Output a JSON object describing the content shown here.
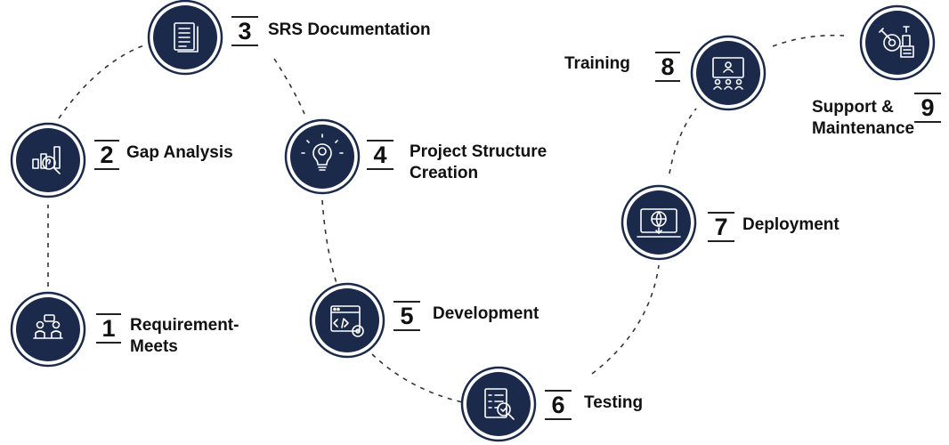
{
  "colors": {
    "circle_fill": "#1b2a4a",
    "ring": "#1b2a4a",
    "icon": "#ffffff",
    "text": "#111111",
    "connector": "#333333"
  },
  "steps": [
    {
      "number": "1",
      "label": "Requirement-\nMeets",
      "icon": "meeting-icon"
    },
    {
      "number": "2",
      "label": "Gap Analysis",
      "icon": "analysis-icon"
    },
    {
      "number": "3",
      "label": "SRS Documentation",
      "icon": "document-icon"
    },
    {
      "number": "4",
      "label": "Project Structure\nCreation",
      "icon": "lightbulb-gear-icon"
    },
    {
      "number": "5",
      "label": "Development",
      "icon": "code-window-icon"
    },
    {
      "number": "6",
      "label": "Testing",
      "icon": "checklist-magnifier-icon"
    },
    {
      "number": "7",
      "label": "Deployment",
      "icon": "monitor-globe-icon"
    },
    {
      "number": "8",
      "label": "Training",
      "icon": "presentation-icon"
    },
    {
      "number": "9",
      "label": "Support &\nMaintenance",
      "icon": "maintenance-tools-icon"
    }
  ]
}
